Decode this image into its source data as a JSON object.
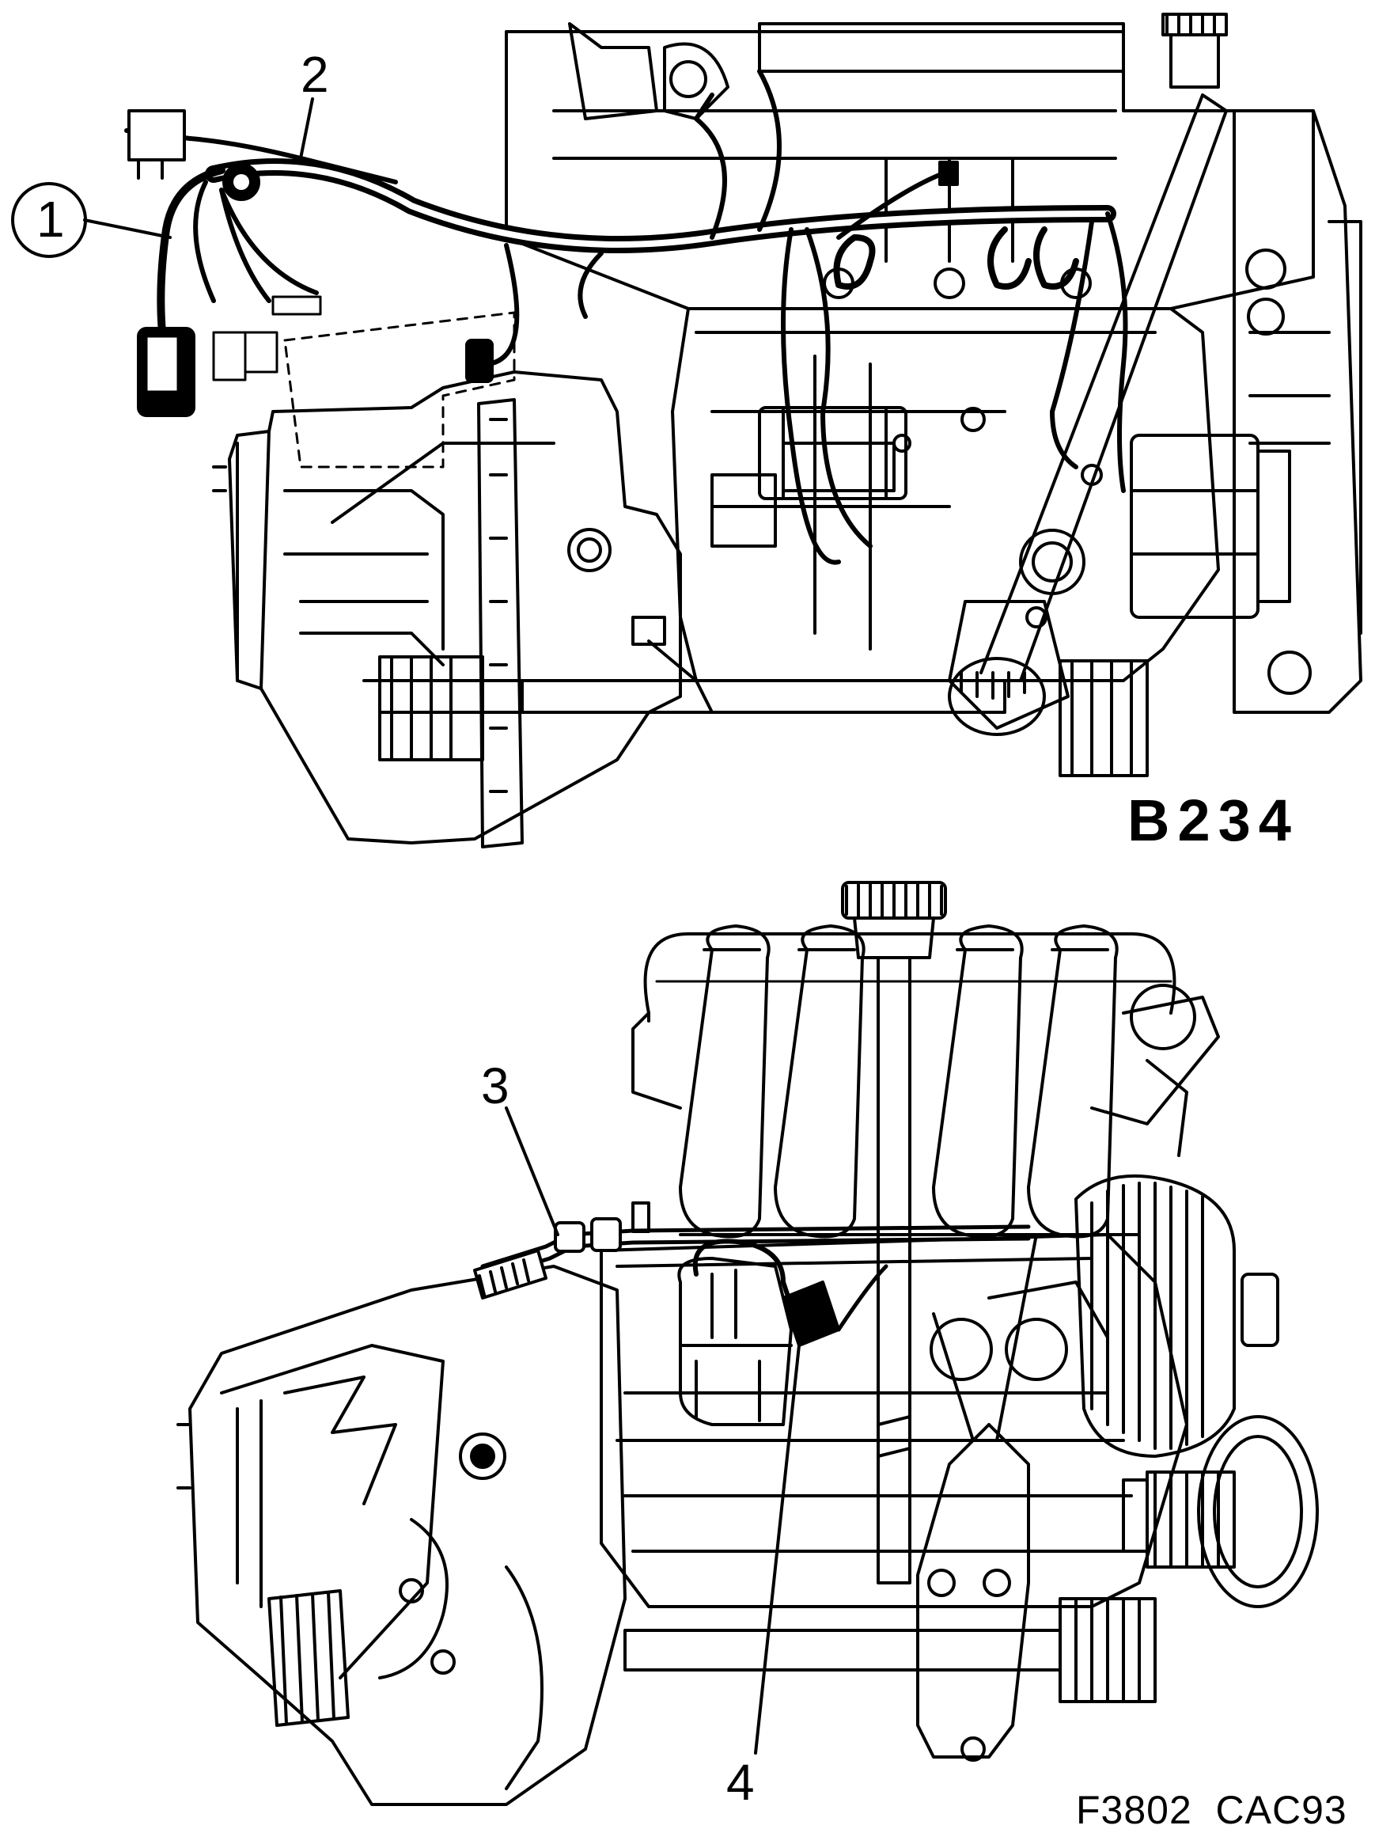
{
  "figure": {
    "engine_code": "B234",
    "figure_code": "F3802  CAC93"
  },
  "callouts": [
    {
      "number": "1",
      "encircled": true
    },
    {
      "number": "2",
      "encircled": false
    },
    {
      "number": "3",
      "encircled": false
    },
    {
      "number": "4",
      "encircled": false
    }
  ]
}
